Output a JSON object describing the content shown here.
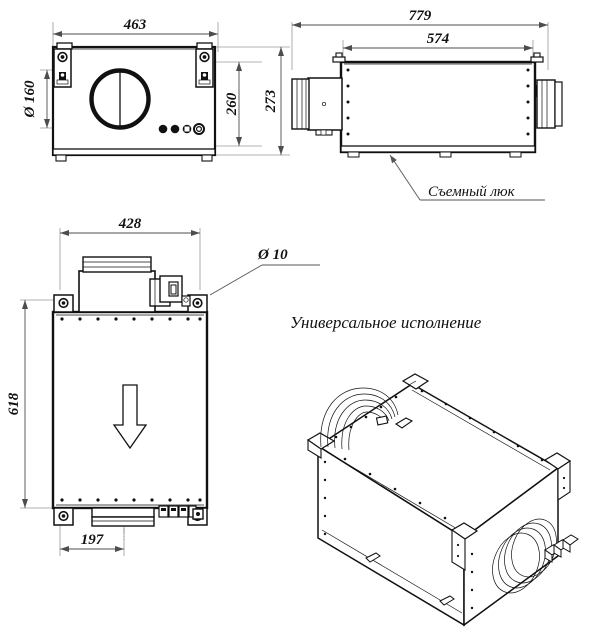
{
  "drawing": {
    "type": "engineering-dimensioned-drawing",
    "units": "mm",
    "background_color": "#ffffff",
    "line_color": "#111111",
    "dimension_line_color": "#4d4d4d"
  },
  "views": {
    "front": {
      "name": "front-elevation-view",
      "dimensions": {
        "width_label": "463",
        "height_outer_label": "273",
        "height_inner_label": "260",
        "duct_diameter_label": "Ø 160"
      },
      "features": {
        "duct_flange": "circular-duct-opening",
        "bracket_count": 2,
        "connector_count": 4
      }
    },
    "side": {
      "name": "side-elevation-view",
      "dimensions": {
        "overall_length_label": "779",
        "body_length_label": "574"
      },
      "annotation": {
        "label": "Съемный люк",
        "meaning": "removable-hatch"
      }
    },
    "plan": {
      "name": "top-plan-view",
      "dimensions": {
        "width_label": "428",
        "height_label": "618",
        "offset_label": "197",
        "hole_label": "Ø 10"
      },
      "features": {
        "airflow_arrow": "downward-airflow-arrow",
        "corner_brackets": 4
      }
    },
    "isometric": {
      "name": "isometric-view",
      "title": "Универсальное исполнение",
      "title_meaning": "universal-configuration"
    }
  },
  "labels": {
    "d463": "463",
    "d273": "273",
    "d260": "260",
    "d160": "Ø 160",
    "d779": "779",
    "d574": "574",
    "d428": "428",
    "d618": "618",
    "d197": "197",
    "d10": "Ø 10",
    "hatch_note": "Съемный люк",
    "iso_title": "Универсальное исполнение"
  }
}
